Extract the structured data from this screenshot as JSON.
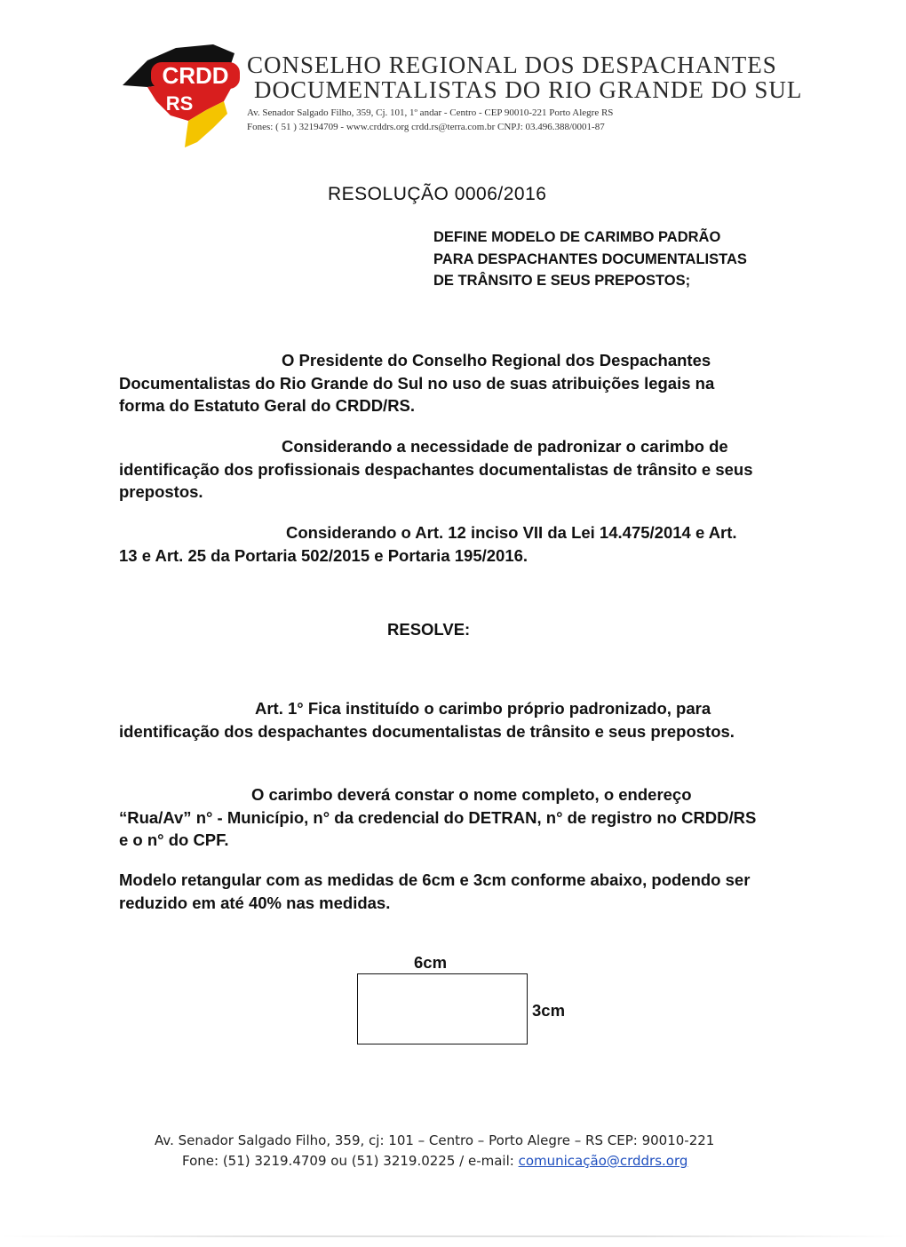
{
  "letterhead": {
    "logo_text_top": "CRDD",
    "logo_text_bottom": "RS",
    "org_line1": "CONSELHO REGIONAL DOS DESPACHANTES",
    "org_line2": "DOCUMENTALISTAS DO RIO GRANDE DO SUL",
    "address": "Av. Senador Salgado Filho, 359, Cj. 101, 1º andar - Centro - CEP 90010-221 Porto Alegre RS",
    "phones": "Fones: ( 51 ) 32194709 - www.crddrs.org crdd.rs@terra.com.br CNPJ: 03.496.388/0001-87"
  },
  "document": {
    "title": "RESOLUÇÃO 0006/2016",
    "ementa": "DEFINE MODELO DE CARIMBO PADRÃO PARA DESPACHANTES DOCUMENTALISTAS DE TRÂNSITO E SEUS PREPOSTOS;",
    "paragraph1": "O Presidente do Conselho Regional dos Despachantes Documentalistas do Rio Grande do Sul no uso de suas atribuições legais na forma do Estatuto Geral do CRDD/RS.",
    "paragraph2": "Considerando a necessidade de padronizar o carimbo de identificação dos profissionais despachantes documentalistas de trânsito e seus prepostos.",
    "paragraph3": "Considerando o Art. 12 inciso VII da Lei 14.475/2014 e Art. 13 e Art. 25 da Portaria 502/2015 e Portaria 195/2016.",
    "resolve": "RESOLVE:",
    "article1": "Art. 1° Fica instituído o carimbo próprio padronizado, para identificação dos despachantes documentalistas de trânsito e seus prepostos.",
    "stamp_content": "O carimbo deverá constar o nome completo, o endereço “Rua/Av” n° - Município, n° da credencial do DETRAN, n° de registro no CRDD/RS e o n° do CPF.",
    "model_description": "Modelo retangular com as medidas de 6cm e 3cm conforme abaixo, podendo ser reduzido em até 40% nas medidas.",
    "stamp_width_label": "6cm",
    "stamp_height_label": "3cm"
  },
  "footer": {
    "address": "Av. Senador Salgado Filho, 359, cj: 101 – Centro – Porto Alegre – RS CEP: 90010-221",
    "phone_text": "Fone: (51) 3219.4709 ou (51) 3219.0225 / e-mail: ",
    "email": "comunicação@crddrs.org"
  },
  "colors": {
    "logo_black": "#111111",
    "logo_red": "#d81e1e",
    "logo_yellow": "#f4c400",
    "link_blue": "#1f4fbf"
  }
}
